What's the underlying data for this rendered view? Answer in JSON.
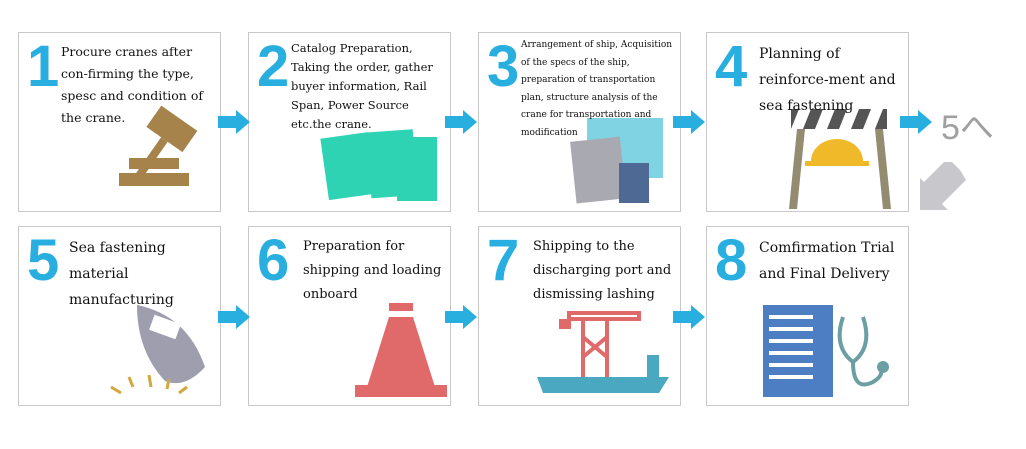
{
  "steps": [
    {
      "num": "1",
      "text": "Procure cranes after con-firming the type, spesc and condition of the crane.",
      "icon": "gavel-icon"
    },
    {
      "num": "2",
      "text": "Catalog Preparation, Taking the order, gather buyer information, Rail Span, Power Source etc.the crane.",
      "icon": "documents-icon"
    },
    {
      "num": "3",
      "text": "Arrangement of ship, Acquisition of the specs of the ship, preparation of transportation plan, structure analysis of the crane for transportation and modification",
      "icon": "blueprint-calculator-icon"
    },
    {
      "num": "4",
      "text": "Planning of reinforce-ment and sea fastening",
      "icon": "barrier-helmet-icon"
    },
    {
      "num": "5",
      "text": "Sea fastening material manufacturing",
      "icon": "welding-mask-icon"
    },
    {
      "num": "6",
      "text": "Preparation for shipping and loading onboard",
      "icon": "traffic-cone-icon"
    },
    {
      "num": "7",
      "text": "Shipping to the discharging port and dismissing lashing",
      "icon": "ship-crane-icon"
    },
    {
      "num": "8",
      "text": "Comfirmation Trial and Final Delivery",
      "icon": "checklist-stethoscope-icon"
    }
  ],
  "continue_label": "5へ",
  "colors": {
    "accent": "#29aee0",
    "grey_arrow": "#c8c8cc",
    "label_grey": "#a0a0a0"
  }
}
